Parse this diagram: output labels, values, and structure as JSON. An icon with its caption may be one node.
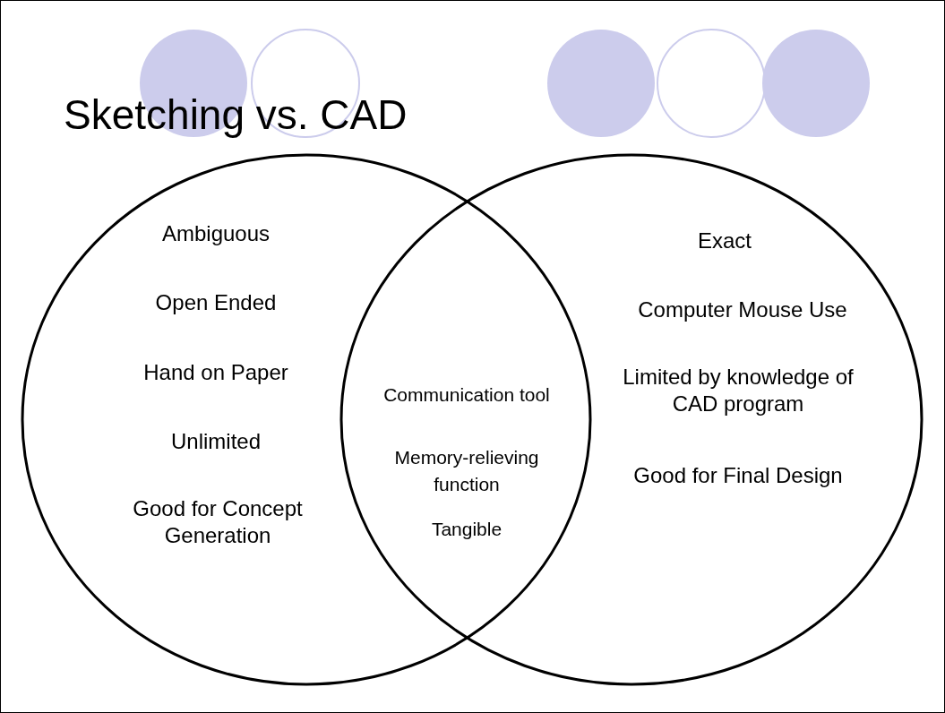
{
  "diagram": {
    "title": "Sketching vs. CAD",
    "nodes": [
      {
        "text": [
          "Ambiguous",
          "Open Ended",
          "Hand on Paper",
          "Unlimited",
          "Good for Concept Generation"
        ]
      },
      {
        "text": [
          "Exact",
          "Computer Mouse Use",
          "Limited by knowledge of CAD program",
          "Good for Final Design"
        ]
      }
    ],
    "labels": [
      "Communication tool",
      "Memory-relieving function",
      "Tangible"
    ]
  }
}
